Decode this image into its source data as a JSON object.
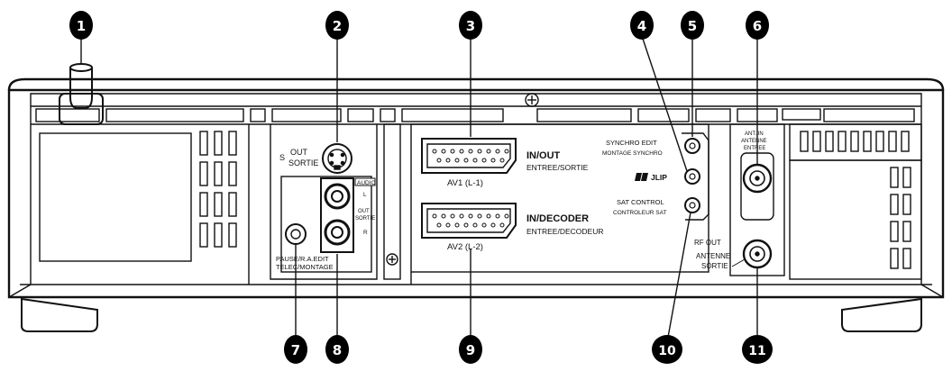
{
  "callouts": [
    "1",
    "2",
    "3",
    "4",
    "5",
    "6",
    "7",
    "8",
    "9",
    "10",
    "11"
  ],
  "labels": {
    "s_out": "OUT",
    "s_sortie": "SORTIE",
    "s_letter": "S",
    "audio": "AUDIO",
    "audio_l": "L",
    "audio_out": "OUT",
    "audio_sortie": "SORTIE",
    "audio_r": "R",
    "pause_line1": "PAUSE/R.A.EDIT",
    "pause_line2": "TELEC/MONTAGE",
    "inout": "IN/OUT",
    "entree_sortie": "ENTREE/SORTIE",
    "av1": "AV1 (L-1)",
    "indecoder": "IN/DECODER",
    "entree_decodeur": "ENTREE/DECODEUR",
    "av2": "AV2 (L-2)",
    "synchro_edit": "SYNCHRO EDIT",
    "montage_synchro": "MONTAGE SYNCHRO",
    "jlip": "JLIP",
    "sat_control": "SAT CONTROL",
    "controleur_sat": "CONTROLEUR SAT",
    "ant_in": "ANT. IN",
    "antenne_in": "ANTENNE",
    "entree": "ENTREE",
    "rf_out": "RF OUT",
    "antenne_out": "ANTENNE",
    "sortie_rf": "SORTIE"
  },
  "colors": {
    "line": "#111111",
    "panel": "#ffffff",
    "callout": "#000000"
  }
}
